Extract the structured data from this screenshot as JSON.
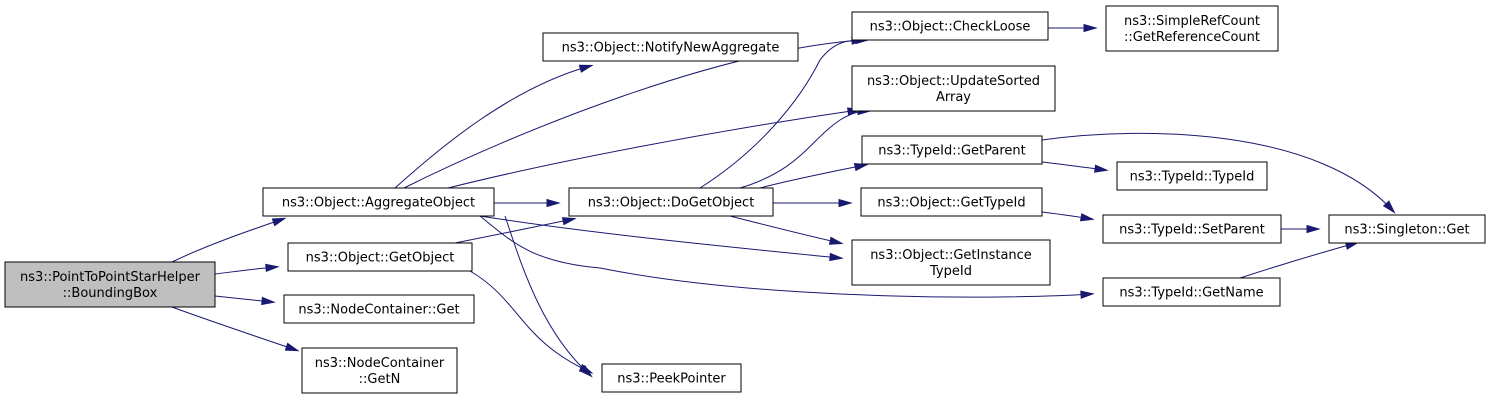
{
  "nodes": [
    {
      "id": "bbox",
      "lines": [
        "ns3::PointToPointStarHelper",
        "::BoundingBox"
      ],
      "root": true
    },
    {
      "id": "aggobj",
      "lines": [
        "ns3::Object::AggregateObject"
      ]
    },
    {
      "id": "getobj",
      "lines": [
        "ns3::Object::GetObject"
      ]
    },
    {
      "id": "ncget",
      "lines": [
        "ns3::NodeContainer::Get"
      ]
    },
    {
      "id": "ncgetn",
      "lines": [
        "ns3::NodeContainer",
        "::GetN"
      ]
    },
    {
      "id": "notify",
      "lines": [
        "ns3::Object::NotifyNewAggregate"
      ]
    },
    {
      "id": "dogetobj",
      "lines": [
        "ns3::Object::DoGetObject"
      ]
    },
    {
      "id": "peek",
      "lines": [
        "ns3::PeekPointer"
      ]
    },
    {
      "id": "checkloose",
      "lines": [
        "ns3::Object::CheckLoose"
      ]
    },
    {
      "id": "updsorted",
      "lines": [
        "ns3::Object::UpdateSorted",
        "Array"
      ]
    },
    {
      "id": "tgetparent",
      "lines": [
        "ns3::TypeId::GetParent"
      ]
    },
    {
      "id": "ogettypeid",
      "lines": [
        "ns3::Object::GetTypeId"
      ]
    },
    {
      "id": "getinst",
      "lines": [
        "ns3::Object::GetInstance",
        "TypeId"
      ]
    },
    {
      "id": "srcgetref",
      "lines": [
        "ns3::SimpleRefCount",
        "::GetReferenceCount"
      ]
    },
    {
      "id": "ttypeid",
      "lines": [
        "ns3::TypeId::TypeId"
      ]
    },
    {
      "id": "tsetparent",
      "lines": [
        "ns3::TypeId::SetParent"
      ]
    },
    {
      "id": "tgetname",
      "lines": [
        "ns3::TypeId::GetName"
      ]
    },
    {
      "id": "singleton",
      "lines": [
        "ns3::Singleton::Get"
      ]
    }
  ],
  "edges": [
    {
      "from": "bbox",
      "to": "aggobj"
    },
    {
      "from": "bbox",
      "to": "getobj"
    },
    {
      "from": "bbox",
      "to": "ncget"
    },
    {
      "from": "bbox",
      "to": "ncgetn"
    },
    {
      "from": "aggobj",
      "to": "notify"
    },
    {
      "from": "aggobj",
      "to": "checkloose"
    },
    {
      "from": "aggobj",
      "to": "updsorted"
    },
    {
      "from": "aggobj",
      "to": "dogetobj"
    },
    {
      "from": "aggobj",
      "to": "getinst"
    },
    {
      "from": "aggobj",
      "to": "tgetname"
    },
    {
      "from": "aggobj",
      "to": "peek"
    },
    {
      "from": "getobj",
      "to": "dogetobj"
    },
    {
      "from": "getobj",
      "to": "peek"
    },
    {
      "from": "dogetobj",
      "to": "checkloose"
    },
    {
      "from": "dogetobj",
      "to": "updsorted"
    },
    {
      "from": "dogetobj",
      "to": "tgetparent"
    },
    {
      "from": "dogetobj",
      "to": "ogettypeid"
    },
    {
      "from": "dogetobj",
      "to": "getinst"
    },
    {
      "from": "checkloose",
      "to": "srcgetref"
    },
    {
      "from": "tgetparent",
      "to": "ttypeid"
    },
    {
      "from": "tgetparent",
      "to": "singleton"
    },
    {
      "from": "ogettypeid",
      "to": "tsetparent"
    },
    {
      "from": "tsetparent",
      "to": "singleton"
    },
    {
      "from": "tgetname",
      "to": "singleton"
    }
  ]
}
